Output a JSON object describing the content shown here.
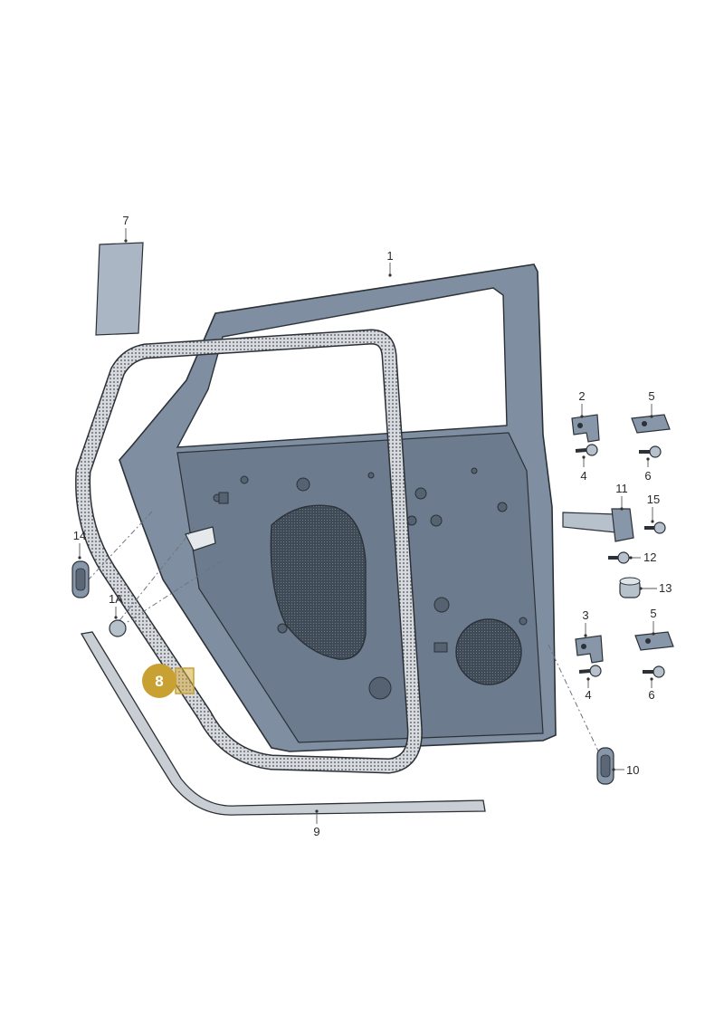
{
  "callouts": {
    "c1": "1",
    "c1A": "1A",
    "c2": "2",
    "c3": "3",
    "c4a": "4",
    "c4b": "4",
    "c5a": "5",
    "c5b": "5",
    "c6a": "6",
    "c6b": "6",
    "c7": "7",
    "c9": "9",
    "c10": "10",
    "c11": "11",
    "c12": "12",
    "c13": "13",
    "c14": "14",
    "c15": "15"
  },
  "highlight": {
    "label": "8",
    "color": "#c9a032"
  },
  "colors": {
    "door_panel": "#7f8fa1",
    "window_seal": "#cfd3d8",
    "line": "#2b3137"
  }
}
